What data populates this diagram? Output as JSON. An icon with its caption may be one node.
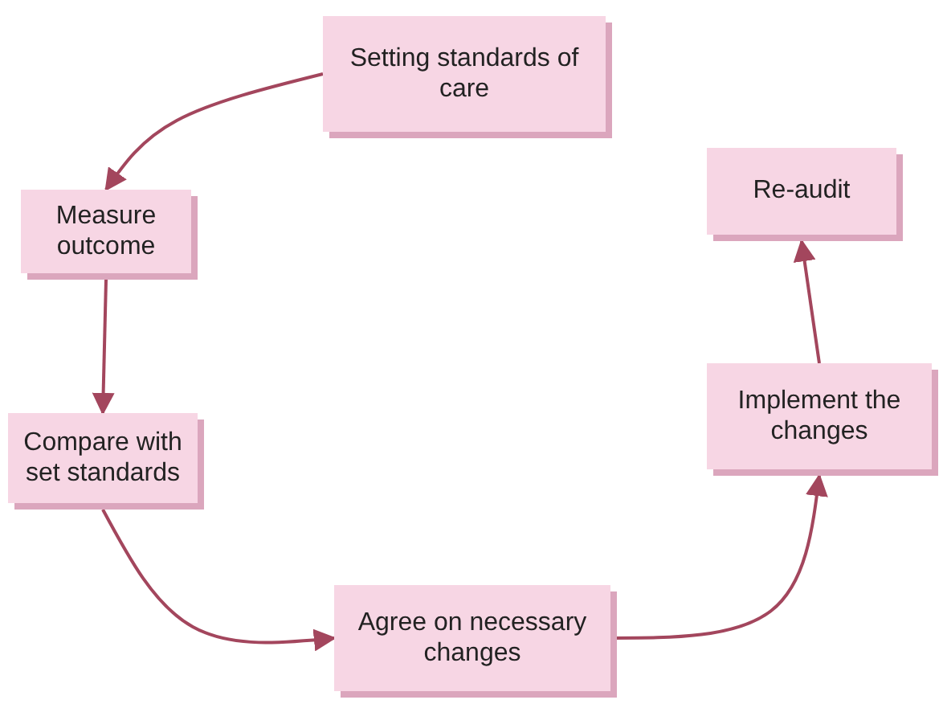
{
  "diagram": {
    "nodes": [
      {
        "text": [
          "Setting standards of care"
        ]
      },
      {
        "text": [
          "Measure outcome"
        ]
      },
      {
        "text": [
          "Compare with set standards"
        ]
      },
      {
        "text": [
          "Agree on necessary changes"
        ]
      },
      {
        "text": [
          "Implement the changes"
        ]
      },
      {
        "text": [
          "Re-audit"
        ]
      }
    ],
    "edges": [
      {
        "from": 0,
        "to": 1,
        "arrow": "to"
      },
      {
        "from": 1,
        "to": 2,
        "arrow": "to"
      },
      {
        "from": 2,
        "to": 3,
        "arrow": "to"
      },
      {
        "from": 3,
        "to": 4,
        "arrow": "to"
      },
      {
        "from": 4,
        "to": 5,
        "arrow": "to"
      }
    ]
  }
}
